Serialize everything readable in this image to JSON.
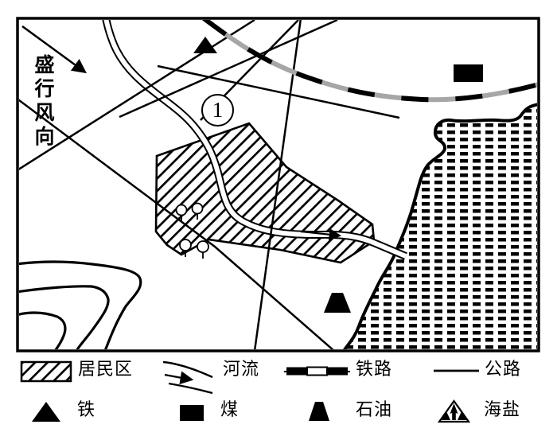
{
  "map": {
    "wind_direction_label": "盛行风向",
    "area_marker": "1"
  },
  "legend": {
    "residential": "居民区",
    "river": "河流",
    "railway": "铁路",
    "road": "公路",
    "iron": "铁",
    "coal": "煤",
    "oil": "石油",
    "sea_salt": "海盐"
  },
  "symbols": {
    "residential": "diagonal-hatched-rect",
    "river": "double-curve-with-flow-arrow",
    "railway": "black-and-gray-striped-line",
    "road": "thin-solid-line",
    "iron": "black-triangle",
    "coal": "black-square",
    "oil": "black-trapezoid",
    "sea_salt": "outlined-triangle-with-black-marks",
    "salt_field_area": "black-brick-grid-pattern"
  },
  "colors": {
    "ink": "#000000",
    "railway_gray": "#a6a6a6",
    "paper": "#ffffff"
  }
}
